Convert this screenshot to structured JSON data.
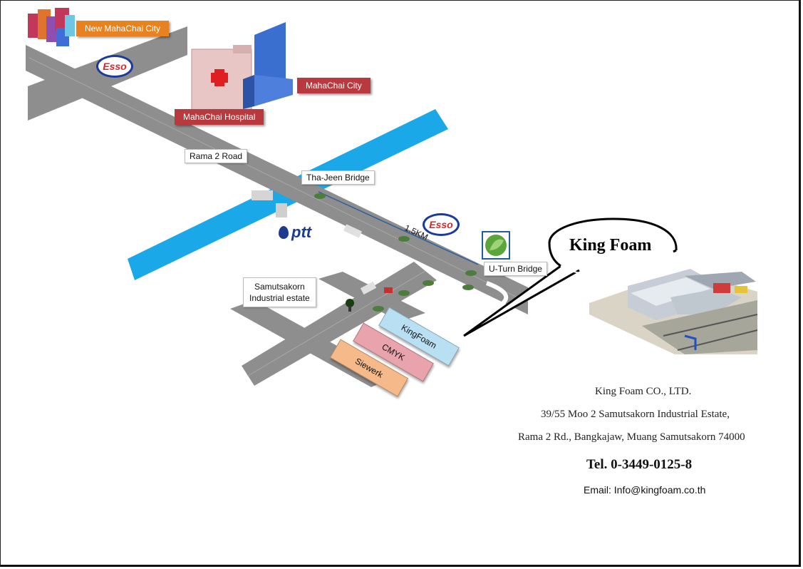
{
  "labels": {
    "new_mahachai_city": "New MahaChai City",
    "mahachai_city": "MahaChai City",
    "mahachai_hospital": "MahaChai Hospital",
    "rama2_road": "Rama 2 Road",
    "tha_jeen_bridge": "Tha-Jeen Bridge",
    "distance": "1.5KM",
    "uturn_bridge": "U-Turn Bridge",
    "samutsakorn_line1": "Samutsakorn",
    "samutsakorn_line2": "Industrial estate"
  },
  "brands": {
    "esso": "Esso",
    "ptt": "ptt"
  },
  "companies": [
    {
      "name": "KingFoam",
      "color": "#b9e0f2"
    },
    {
      "name": "CMYK",
      "color": "#e8a3ad"
    },
    {
      "name": "Siewerk",
      "color": "#f5b98a"
    }
  ],
  "callout": {
    "title": "King Foam"
  },
  "contact": {
    "company": "King Foam CO., LTD.",
    "address1": "39/55 Moo 2 Samutsakorn Industrial Estate,",
    "address2": "Rama 2 Rd., Bangkajaw, Muang Samutsakorn  74000",
    "tel": "Tel. 0-3449-0125-8",
    "email": "Email: Info@kingfoam.co.th"
  },
  "colors": {
    "road": "#8e8e8e",
    "river": "#19a8e8",
    "esso_blue": "#1b3a9a",
    "esso_red": "#d8262b",
    "bangchak_green": "#5aa63a"
  }
}
